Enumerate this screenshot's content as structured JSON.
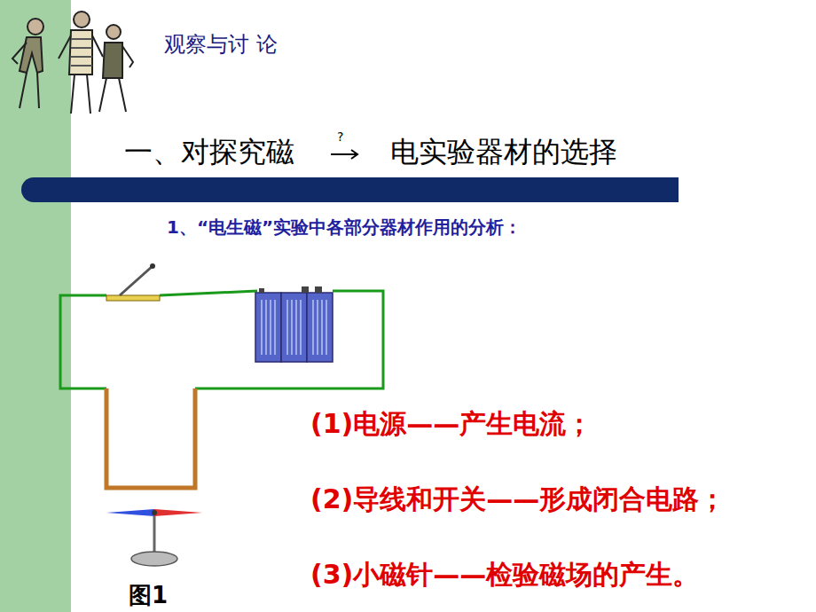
{
  "diagram": {
    "labels": [
      "观察与讨 论",
      "一、对探究磁",
      "?",
      "电实验器材的选择",
      "1、“电生磁”实验中各部分器材作用的分析：",
      "(1)电源——产生电流；",
      "(2)导线和开关——形成闭合电路；",
      "(3)小磁针——检验磁场的产生。",
      "图1"
    ]
  }
}
